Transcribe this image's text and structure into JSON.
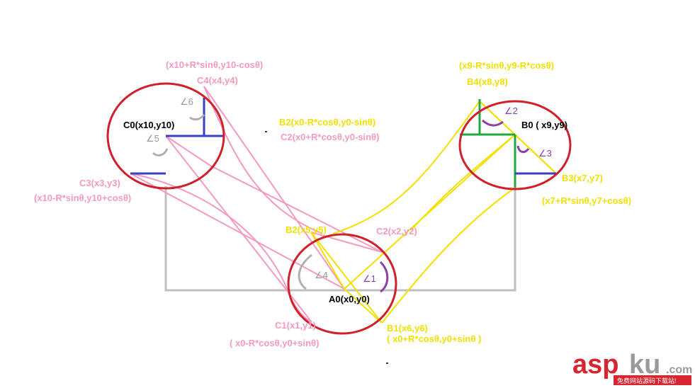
{
  "labels": {
    "c4_formula": "(x10+R*sinθ,y10-cosθ)",
    "c4_point": "C4(x4,y4)",
    "angle6": "∠6",
    "c0_point": "C0(x10,y10)",
    "angle5": "∠5",
    "c3_point": "C3(x3,y3)",
    "c3_formula": "(x10-R*sinθ,y10+cosθ)",
    "b2_formula": "B2(x0-R*cosθ,y0-sinθ)",
    "c2_formula": "C2(x0+R*cosθ,y0-sinθ)",
    "b4_formula": "(x9-R*sinθ,y9-R*cosθ)",
    "b4_point": "B4(x8,y8)",
    "angle2": "∠2",
    "b0_point": "B0 ( x9,y9)",
    "angle3": "∠3",
    "b3_point": "B3(x7,y7)",
    "b3_formula": "(x7+R*sinθ,y7+cosθ)",
    "b2_point": "B2(x5,y5)",
    "c2_point": "C2(x2,y2)",
    "angle4": "∠4",
    "angle1": "∠1",
    "a0_point": "A0(x0,y0)",
    "c1_point": "C1(x1,y1)",
    "c1_formula": "( x0-R*cosθ,y0+sinθ)",
    "b1_point": "B1(x6,y6)",
    "b1_formula": "( x0+R*cosθ,y0+sinθ )"
  },
  "watermark": {
    "brand_asp": "asp",
    "brand_ku": "ku",
    "brand_domain": ".com",
    "tagline": "免费网站源码下载站!"
  },
  "colors": {
    "circle": "#d0202a",
    "pink": "#f49ac1",
    "yellow": "#f2e000",
    "blue": "#3a3fc4",
    "green": "#22a83c",
    "purple": "#8b3fa8",
    "gray": "#c0c0c0"
  }
}
